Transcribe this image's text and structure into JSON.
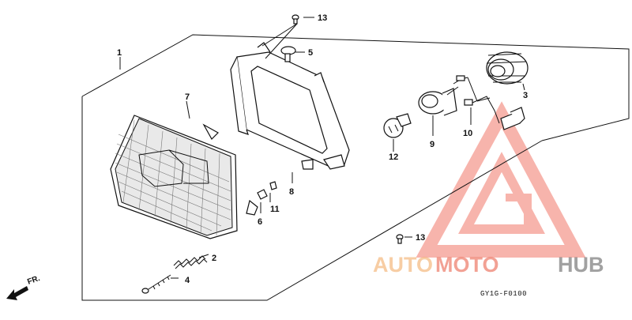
{
  "diagram": {
    "callouts": {
      "p1": "1",
      "p2": "2",
      "p3": "3",
      "p4": "4",
      "p5": "5",
      "p6": "6",
      "p7": "7",
      "p8": "8",
      "p9": "9",
      "p10": "10",
      "p11": "11",
      "p12": "12",
      "p13a": "13",
      "p13b": "13"
    },
    "front_label": "FR.",
    "drawing_code": "GY1G-F0100"
  },
  "watermark": {
    "part1": "AUTO",
    "part2": "MOTO",
    "part3": "HUB",
    "colors": {
      "auto": "#f2a65a",
      "moto": "#e8553e",
      "hub": "#555555",
      "triangle": "#ef5a4a"
    }
  }
}
